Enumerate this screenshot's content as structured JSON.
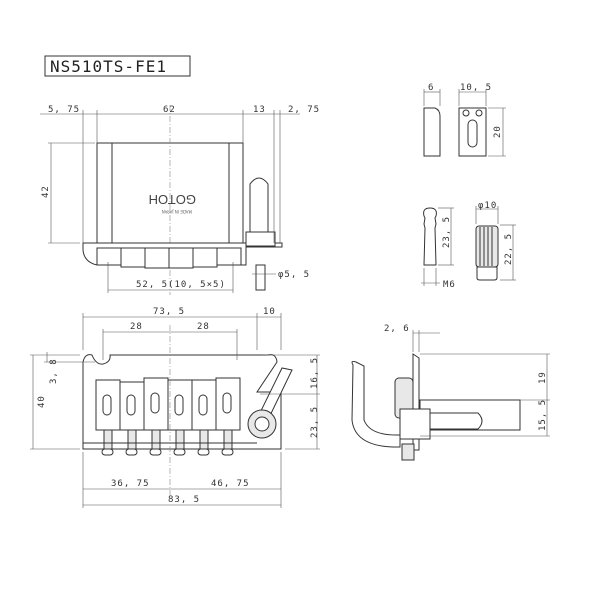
{
  "title": "NS510TS-FE1",
  "logo_text": "GOTOH",
  "top_view": {
    "dims": {
      "left_offset": "5, 75",
      "width": "62",
      "arm_offset": "13",
      "arm_end": "2, 75",
      "depth": "42",
      "spacing": "52, 5(10, 5×5)",
      "arm_dia": "φ5, 5"
    }
  },
  "front_view": {
    "dims": {
      "post_span": "73, 5",
      "arm_extra": "10",
      "post_left": "28",
      "post_right": "28",
      "height": "40",
      "notch": "3, 8",
      "upper": "16, 5",
      "lower": "23, 5",
      "left_half": "36, 75",
      "right_half": "46, 75",
      "total": "83, 5"
    }
  },
  "side_view": {
    "dims": {
      "plate": "2, 6",
      "upper": "19",
      "lower": "15, 5"
    }
  },
  "saddle_detail": {
    "dims": {
      "thickness": "6",
      "width": "10, 5",
      "length": "20"
    }
  },
  "pivot_detail": {
    "dims": {
      "length": "23, 5",
      "thread": "M6"
    }
  },
  "bushing_detail": {
    "dims": {
      "diameter": "φ10",
      "length": "22, 5"
    }
  }
}
